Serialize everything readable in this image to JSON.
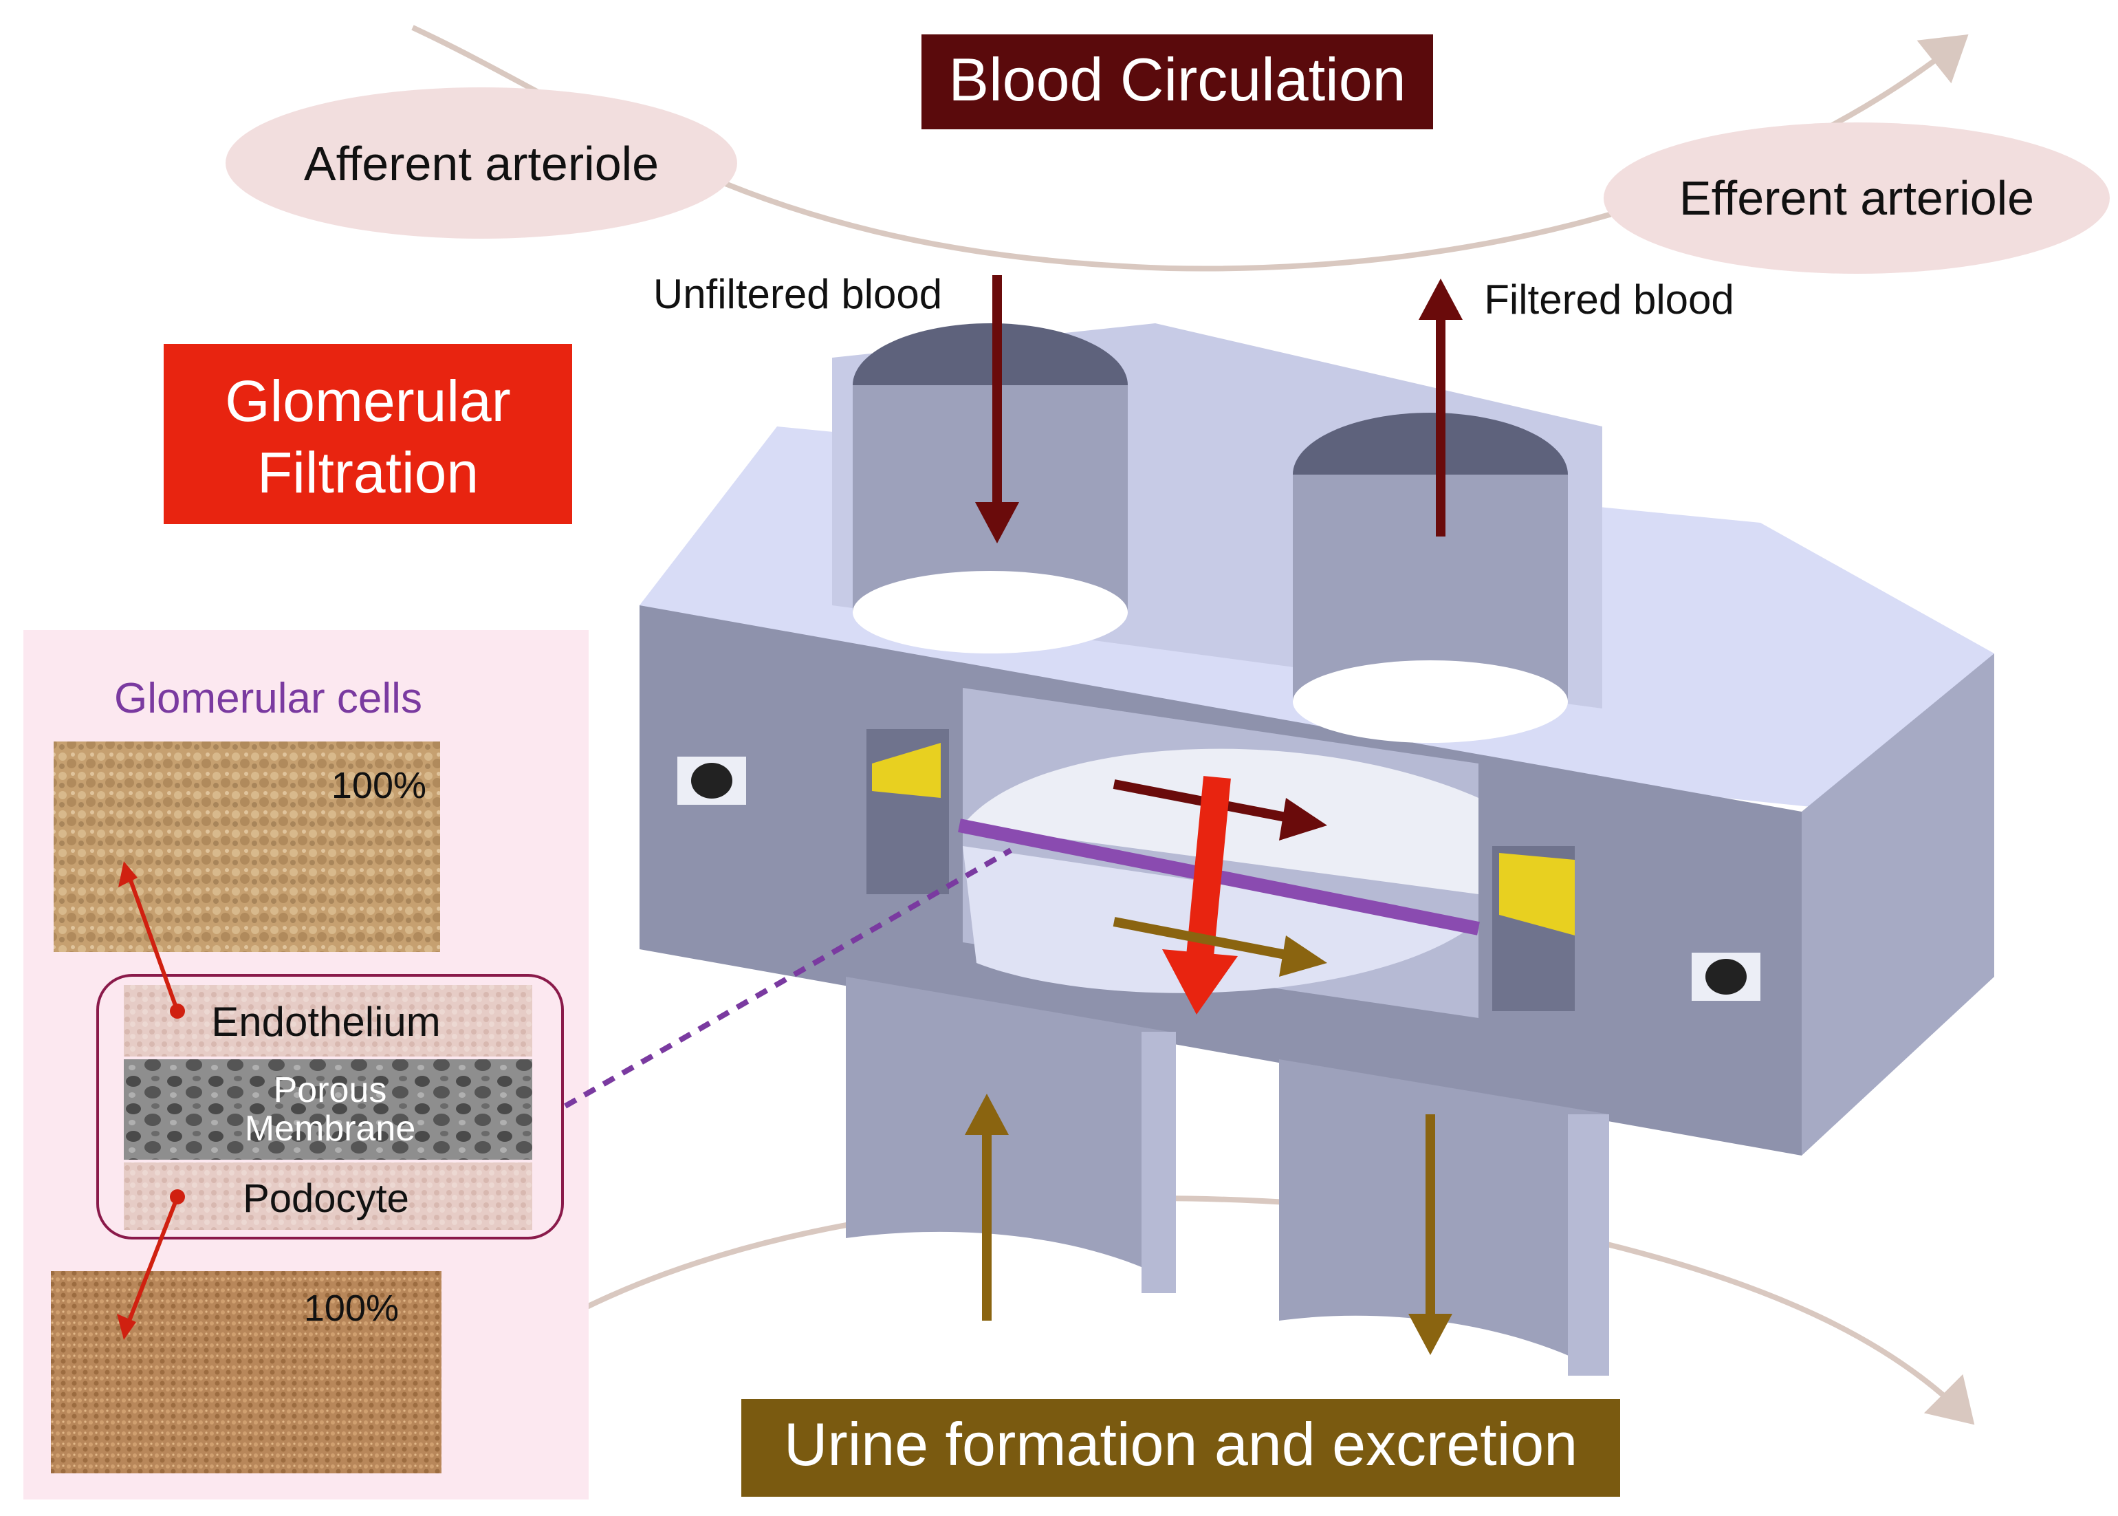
{
  "title_bar": {
    "label": "Blood Circulation",
    "color": "#5a0a0c"
  },
  "afferent": {
    "label": "Afferent arteriole"
  },
  "efferent": {
    "label": "Efferent arteriole"
  },
  "inflow": {
    "label": "Unfiltered blood"
  },
  "outflow": {
    "label": "Filtered blood"
  },
  "process": {
    "line1": "Glomerular",
    "line2": "Filtration",
    "color": "#e82410"
  },
  "cells_panel": {
    "title": "Glomerular cells",
    "top_confluence": "100%",
    "bottom_confluence": "100%"
  },
  "layers": {
    "endothelium": "Endothelium",
    "membrane_line1": "Porous",
    "membrane_line2": "Membrane",
    "podocyte": "Podocyte"
  },
  "urine_bar": {
    "label": "Urine formation and excretion",
    "color": "#7a5a10"
  },
  "colors": {
    "device": "#8e92ac",
    "device_top": "#d8dcf6",
    "blood_arrow": "#6a0b0b",
    "urine_arrow": "#8a6410",
    "membrane": "#8a4bb0",
    "clamp": "#e8d020",
    "vessel": "#d9c8c0",
    "bubble": "#f2dede",
    "panel": "#fce8f0"
  },
  "icons": [
    "arterial-vessel-icon",
    "flow-arrow-icon",
    "microscope-image-icon"
  ]
}
